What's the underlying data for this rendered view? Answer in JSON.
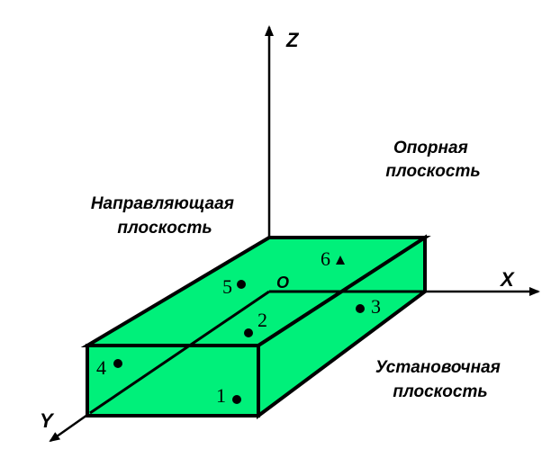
{
  "axes": {
    "z": "Z",
    "x": "X",
    "y": "Y",
    "origin": "O"
  },
  "planes": {
    "guiding": [
      "Направляющаая",
      "плоскость"
    ],
    "support": [
      "Опорная",
      "плоскость"
    ],
    "mounting": [
      "Установочная",
      "плоскость"
    ]
  },
  "points": [
    "1",
    "2",
    "3",
    "4",
    "5",
    "6"
  ],
  "colors": {
    "box_fill": "#00f07a",
    "lines": "#000000",
    "background": "#ffffff"
  }
}
